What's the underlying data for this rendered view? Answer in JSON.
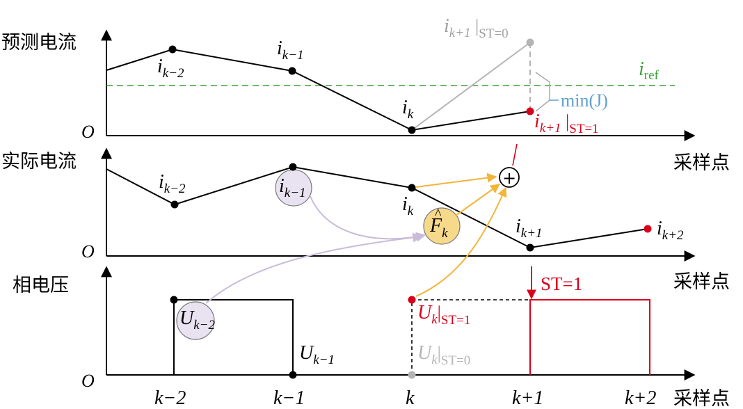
{
  "colors": {
    "axis": "#000000",
    "predicted_gray": "#b4b4b4",
    "red": "#d9001b",
    "reference_green": "#3aa335",
    "min_blue": "#5fa0d0",
    "feedback_orange": "#f2b53a",
    "lavender_fill": "#e9e2f0",
    "lavender_arrow": "#c8bcd9",
    "yellow_fill": "#f7d98c"
  },
  "panels": {
    "predicted": {
      "ylabel": "预测电流",
      "origin": "O",
      "i_ref": {
        "base": "i",
        "sub": "ref"
      },
      "min_J": "min(J)",
      "labels": {
        "ik2": {
          "base": "i",
          "sub": "k−2"
        },
        "ik1": {
          "base": "i",
          "sub": "k−1"
        },
        "ik": {
          "base": "i",
          "sub": "k"
        },
        "st0": {
          "base": "i",
          "sub": "k+1",
          "cond": "ST=0"
        },
        "st1": {
          "base": "i",
          "sub": "k+1",
          "cond": "ST=1"
        }
      },
      "xaxis_label": "采样点"
    },
    "actual": {
      "ylabel": "实际电流",
      "origin": "O",
      "labels": {
        "ik2": {
          "base": "i",
          "sub": "k−2"
        },
        "ik1": {
          "base": "i",
          "sub": "k−1"
        },
        "ik": {
          "base": "i",
          "sub": "k"
        },
        "ik1p": {
          "base": "i",
          "sub": "k+1"
        },
        "ik2p": {
          "base": "i",
          "sub": "k+2"
        }
      },
      "F_hat": {
        "base": "F",
        "sub": "k"
      },
      "sum_symbol": "+",
      "xaxis_label": "采样点"
    },
    "voltage": {
      "ylabel": "相电压",
      "origin": "O",
      "labels": {
        "uk2": {
          "base": "U",
          "sub": "k−2"
        },
        "uk1": {
          "base": "U",
          "sub": "k−1"
        },
        "uk_st1": {
          "base": "U",
          "sub": "k",
          "cond": "ST=1"
        },
        "uk_st0": {
          "base": "U",
          "sub": "k",
          "cond": "ST=0"
        }
      },
      "st_label": "ST=1",
      "xaxis_label": "采样点"
    }
  },
  "ticks": [
    "k−2",
    "k−1",
    "k",
    "k+1",
    "k+2"
  ]
}
